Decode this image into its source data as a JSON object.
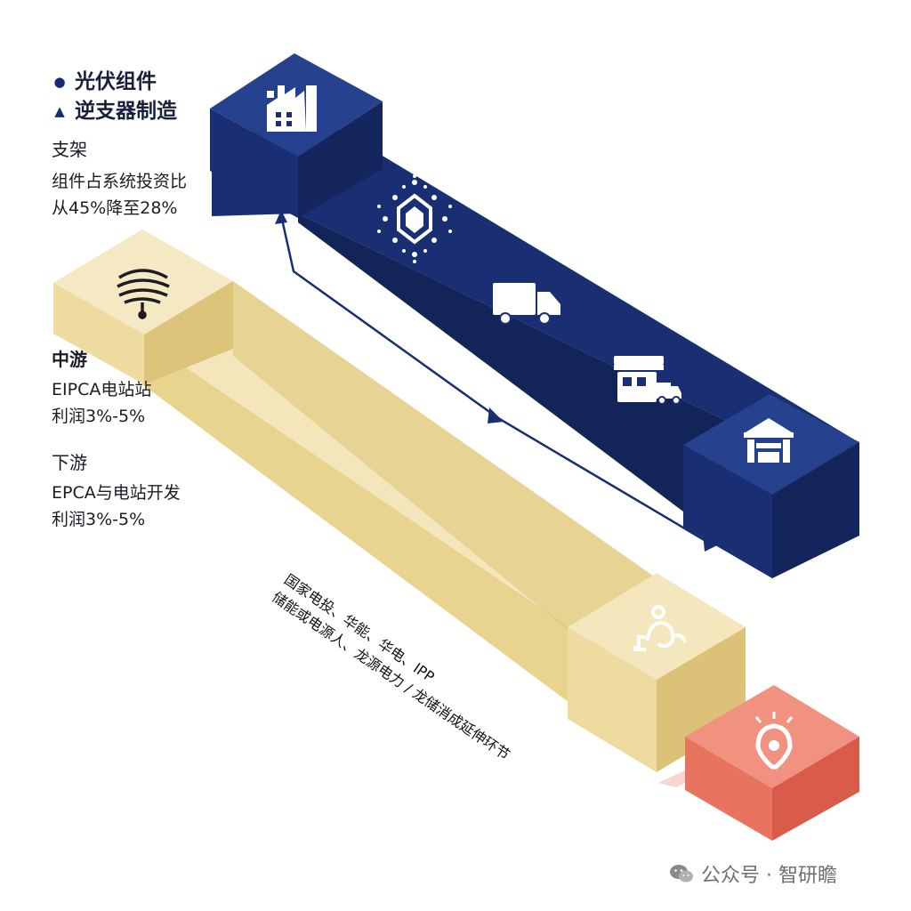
{
  "legend": [
    {
      "marker": "●",
      "label": "光伏组件"
    },
    {
      "marker": "▲",
      "label": "逆支器制造"
    }
  ],
  "support": {
    "title": "支架",
    "lines": [
      "组件占系统投资比",
      "从45%降至28%"
    ]
  },
  "midstream": {
    "title": "中游",
    "lines": [
      "EIPCA电站站",
      "利润3%-5%"
    ]
  },
  "downstream": {
    "title": "下游",
    "lines": [
      "EPCA与电站开发",
      "利润3%-5%"
    ]
  },
  "diagonal_note": {
    "line1": "国家电投、华能、华电、IPP",
    "line2": "储能或电源人、龙源电力 / 龙储消成延伸环节"
  },
  "watermark": {
    "text": "公众号 · 智研瞻"
  },
  "colors": {
    "navy": "#1a2f73",
    "navy_side": "#13225a",
    "navy_top": "#24408a",
    "gold": "#ecd99d",
    "gold_side": "#d9bf72",
    "gold_top": "#f4e7bd",
    "coral": "#e86f5d",
    "coral_side": "#d45a49",
    "coral_top": "#f1917f"
  }
}
